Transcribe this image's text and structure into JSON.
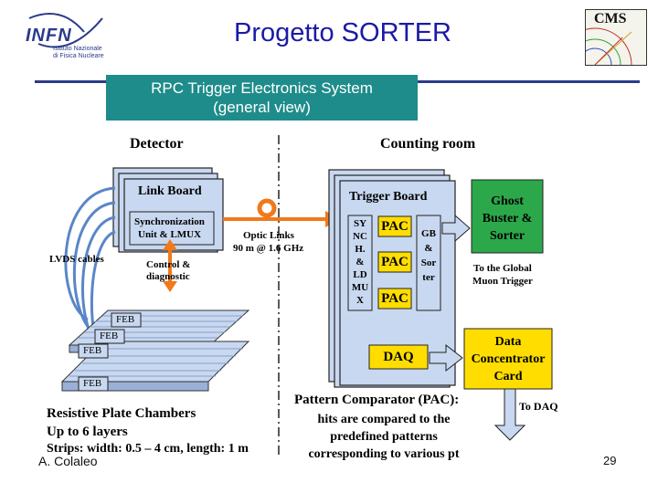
{
  "header": {
    "title": "Progetto SORTER",
    "infn_logo_text": "INFN",
    "infn_subtitle_1": "Istituto Nazionale",
    "infn_subtitle_2": "di Fisica Nucleare",
    "cms_logo_text": "CMS",
    "banner_line1": "RPC Trigger Electronics System",
    "banner_line2": "(general view)"
  },
  "diagram": {
    "detector_heading": "Detector",
    "counting_room_heading": "Counting room",
    "link_board": "Link Board",
    "sync_unit_line1": "Synchronization",
    "sync_unit_line2": "Unit & LMUX",
    "lvds_cables": "LVDS cables",
    "control_line1": "Control &",
    "control_line2": "diagnostic",
    "optic_line1": "Optic Links",
    "optic_line2": "90 m @ 1.6 GHz",
    "feb_labels": [
      "FEB",
      "FEB",
      "FEB",
      "FEB"
    ],
    "rpc_title": "Resistive Plate Chambers",
    "rpc_line2": "Up to 6 layers",
    "rpc_line3": "Strips: width: 0.5 – 4 cm, length: 1 m",
    "trigger_board": "Trigger Board",
    "sync_mux_lines": [
      "SY",
      "NC",
      "H.",
      "&",
      "LD",
      "MU",
      "X"
    ],
    "pac_labels": [
      "PAC",
      "PAC",
      "PAC"
    ],
    "gb_sorter_lines": [
      "GB",
      "&",
      "Sor",
      "ter"
    ],
    "ghost_buster_lines": [
      "Ghost",
      "Buster &",
      "Sorter"
    ],
    "to_global_line1": "To the Global",
    "to_global_line2": "Muon Trigger",
    "daq": "DAQ",
    "dcc_lines": [
      "Data",
      "Concentrator",
      "Card"
    ],
    "to_daq": "To DAQ",
    "pac_desc_title": "Pattern Comparator (PAC):",
    "pac_desc_lines": [
      "hits are compared to the",
      "predefined patterns",
      "corresponding to various pt"
    ]
  },
  "footer": {
    "author": "A. Colaleo",
    "page_number": "29"
  },
  "colors": {
    "title_blue": "#1a1aa8",
    "banner_teal": "#1e8c8a",
    "arrow_orange": "#f07a1a",
    "green_box": "#2ca84a",
    "yellow_box": "#ffdd00",
    "light_blue": "#c8d8f0",
    "cable_blue": "#5a86c8"
  }
}
